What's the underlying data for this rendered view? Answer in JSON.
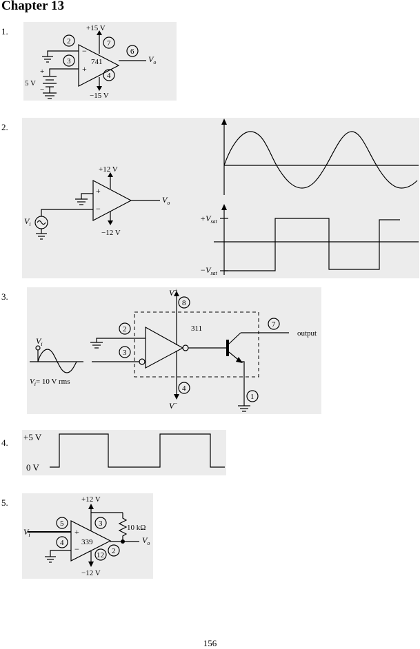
{
  "page": {
    "heading": "Chapter 13",
    "page_number": "156"
  },
  "problems": [
    {
      "number": "1.",
      "circuit": {
        "chip": "741",
        "supply_pos": "+15 V",
        "supply_neg": "−15 V",
        "source": "5 V",
        "pins": [
          "2",
          "3",
          "7",
          "6",
          "4"
        ],
        "output": "V",
        "output_sub": "o",
        "minus": "−",
        "plus": "+"
      }
    },
    {
      "number": "2.",
      "circuit": {
        "supply_pos": "+12 V",
        "supply_neg": "−12 V",
        "output": "V",
        "output_sub": "o",
        "input": "V",
        "input_sub": "i",
        "plus": "+",
        "minus": "−"
      },
      "graph": {
        "vsat_pos": "+V",
        "vsat_neg": "−V",
        "sat_sub": "sat"
      }
    },
    {
      "number": "3.",
      "circuit": {
        "chip": "311",
        "v_plus": "V",
        "v_plus_sup": "+",
        "v_minus": "V",
        "v_minus_sup": "−",
        "pins": [
          "8",
          "2",
          "3",
          "7",
          "4",
          "1"
        ],
        "output_label": "output",
        "input": "V",
        "input_sub": "i",
        "input_value": "= 10 V  rms"
      }
    },
    {
      "number": "4.",
      "waveform": {
        "high_label": "+5 V",
        "low_label": "0 V"
      }
    },
    {
      "number": "5.",
      "circuit": {
        "chip": "339",
        "supply_pos": "+12 V",
        "supply_neg": "−12 V",
        "resistor": "10 kΩ",
        "pins": [
          "5",
          "4",
          "3",
          "12",
          "2"
        ],
        "input": "V",
        "input_sub": "i",
        "output": "V",
        "output_sub": "o",
        "plus": "+",
        "minus": "−"
      }
    }
  ]
}
